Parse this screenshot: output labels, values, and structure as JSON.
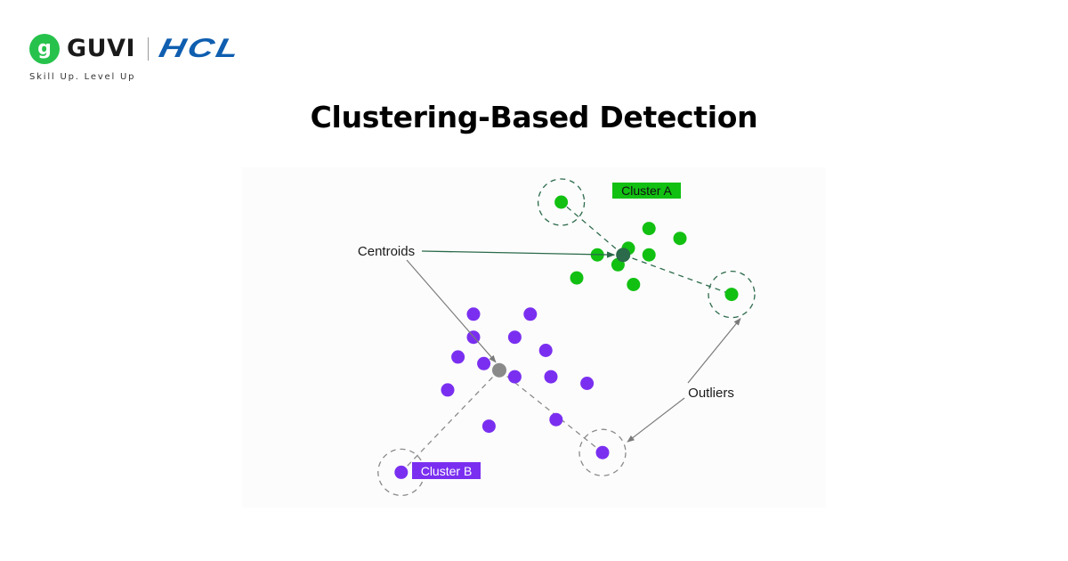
{
  "brand": {
    "logo_glyph": "g",
    "name": "GUVI",
    "partner": "HCL",
    "tagline": "Skill Up. Level Up",
    "colors": {
      "guvi_green": "#27c24c",
      "hcl_blue": "#0f5eb0"
    }
  },
  "title": "Clustering-Based Detection",
  "colors": {
    "cluster_a": "#12c012",
    "cluster_a_centroid": "#2b6a4a",
    "cluster_b": "#7a2ff0",
    "cluster_b_centroid": "#8a8a8a",
    "outlier_ring_a": "#2b6a4a",
    "outlier_ring_b": "#8a8a8a",
    "annotation_arrow": "#7a7a7a"
  },
  "chart_data": {
    "type": "scatter",
    "title": "Clustering-Based Detection",
    "xlabel": "",
    "ylabel": "",
    "axes_visible": false,
    "grid": false,
    "note": "Coordinates are in abstract feature-space units (x right, y up), no axes shown.",
    "xlim": [
      0,
      100
    ],
    "ylim": [
      0,
      100
    ],
    "series": [
      {
        "name": "Cluster A",
        "label": "Cluster A",
        "color": "#12c012",
        "points": [
          [
            74,
            82
          ],
          [
            80,
            79
          ],
          [
            70,
            76
          ],
          [
            64,
            74
          ],
          [
            74,
            74
          ],
          [
            68,
            71
          ],
          [
            60,
            67
          ],
          [
            71,
            65
          ]
        ],
        "centroid": [
          69,
          74
        ],
        "outliers": [
          [
            57,
            90
          ],
          [
            90,
            62
          ]
        ]
      },
      {
        "name": "Cluster B",
        "label": "Cluster B",
        "color": "#7a2ff0",
        "points": [
          [
            40,
            56
          ],
          [
            51,
            56
          ],
          [
            40,
            49
          ],
          [
            48,
            49
          ],
          [
            54,
            45
          ],
          [
            37,
            43
          ],
          [
            42,
            41
          ],
          [
            48,
            37
          ],
          [
            55,
            37
          ],
          [
            62,
            35
          ],
          [
            35,
            33
          ],
          [
            43,
            22
          ],
          [
            56,
            24
          ]
        ],
        "centroid": [
          45,
          39
        ],
        "outliers": [
          [
            26,
            8
          ],
          [
            65,
            14
          ]
        ]
      }
    ],
    "annotations": [
      {
        "text": "Centroids",
        "points_to": [
          "Cluster A centroid",
          "Cluster B centroid"
        ]
      },
      {
        "text": "Outliers",
        "points_to": [
          "Cluster A outlier (lower-right)",
          "Cluster B outlier (right)"
        ]
      }
    ]
  }
}
